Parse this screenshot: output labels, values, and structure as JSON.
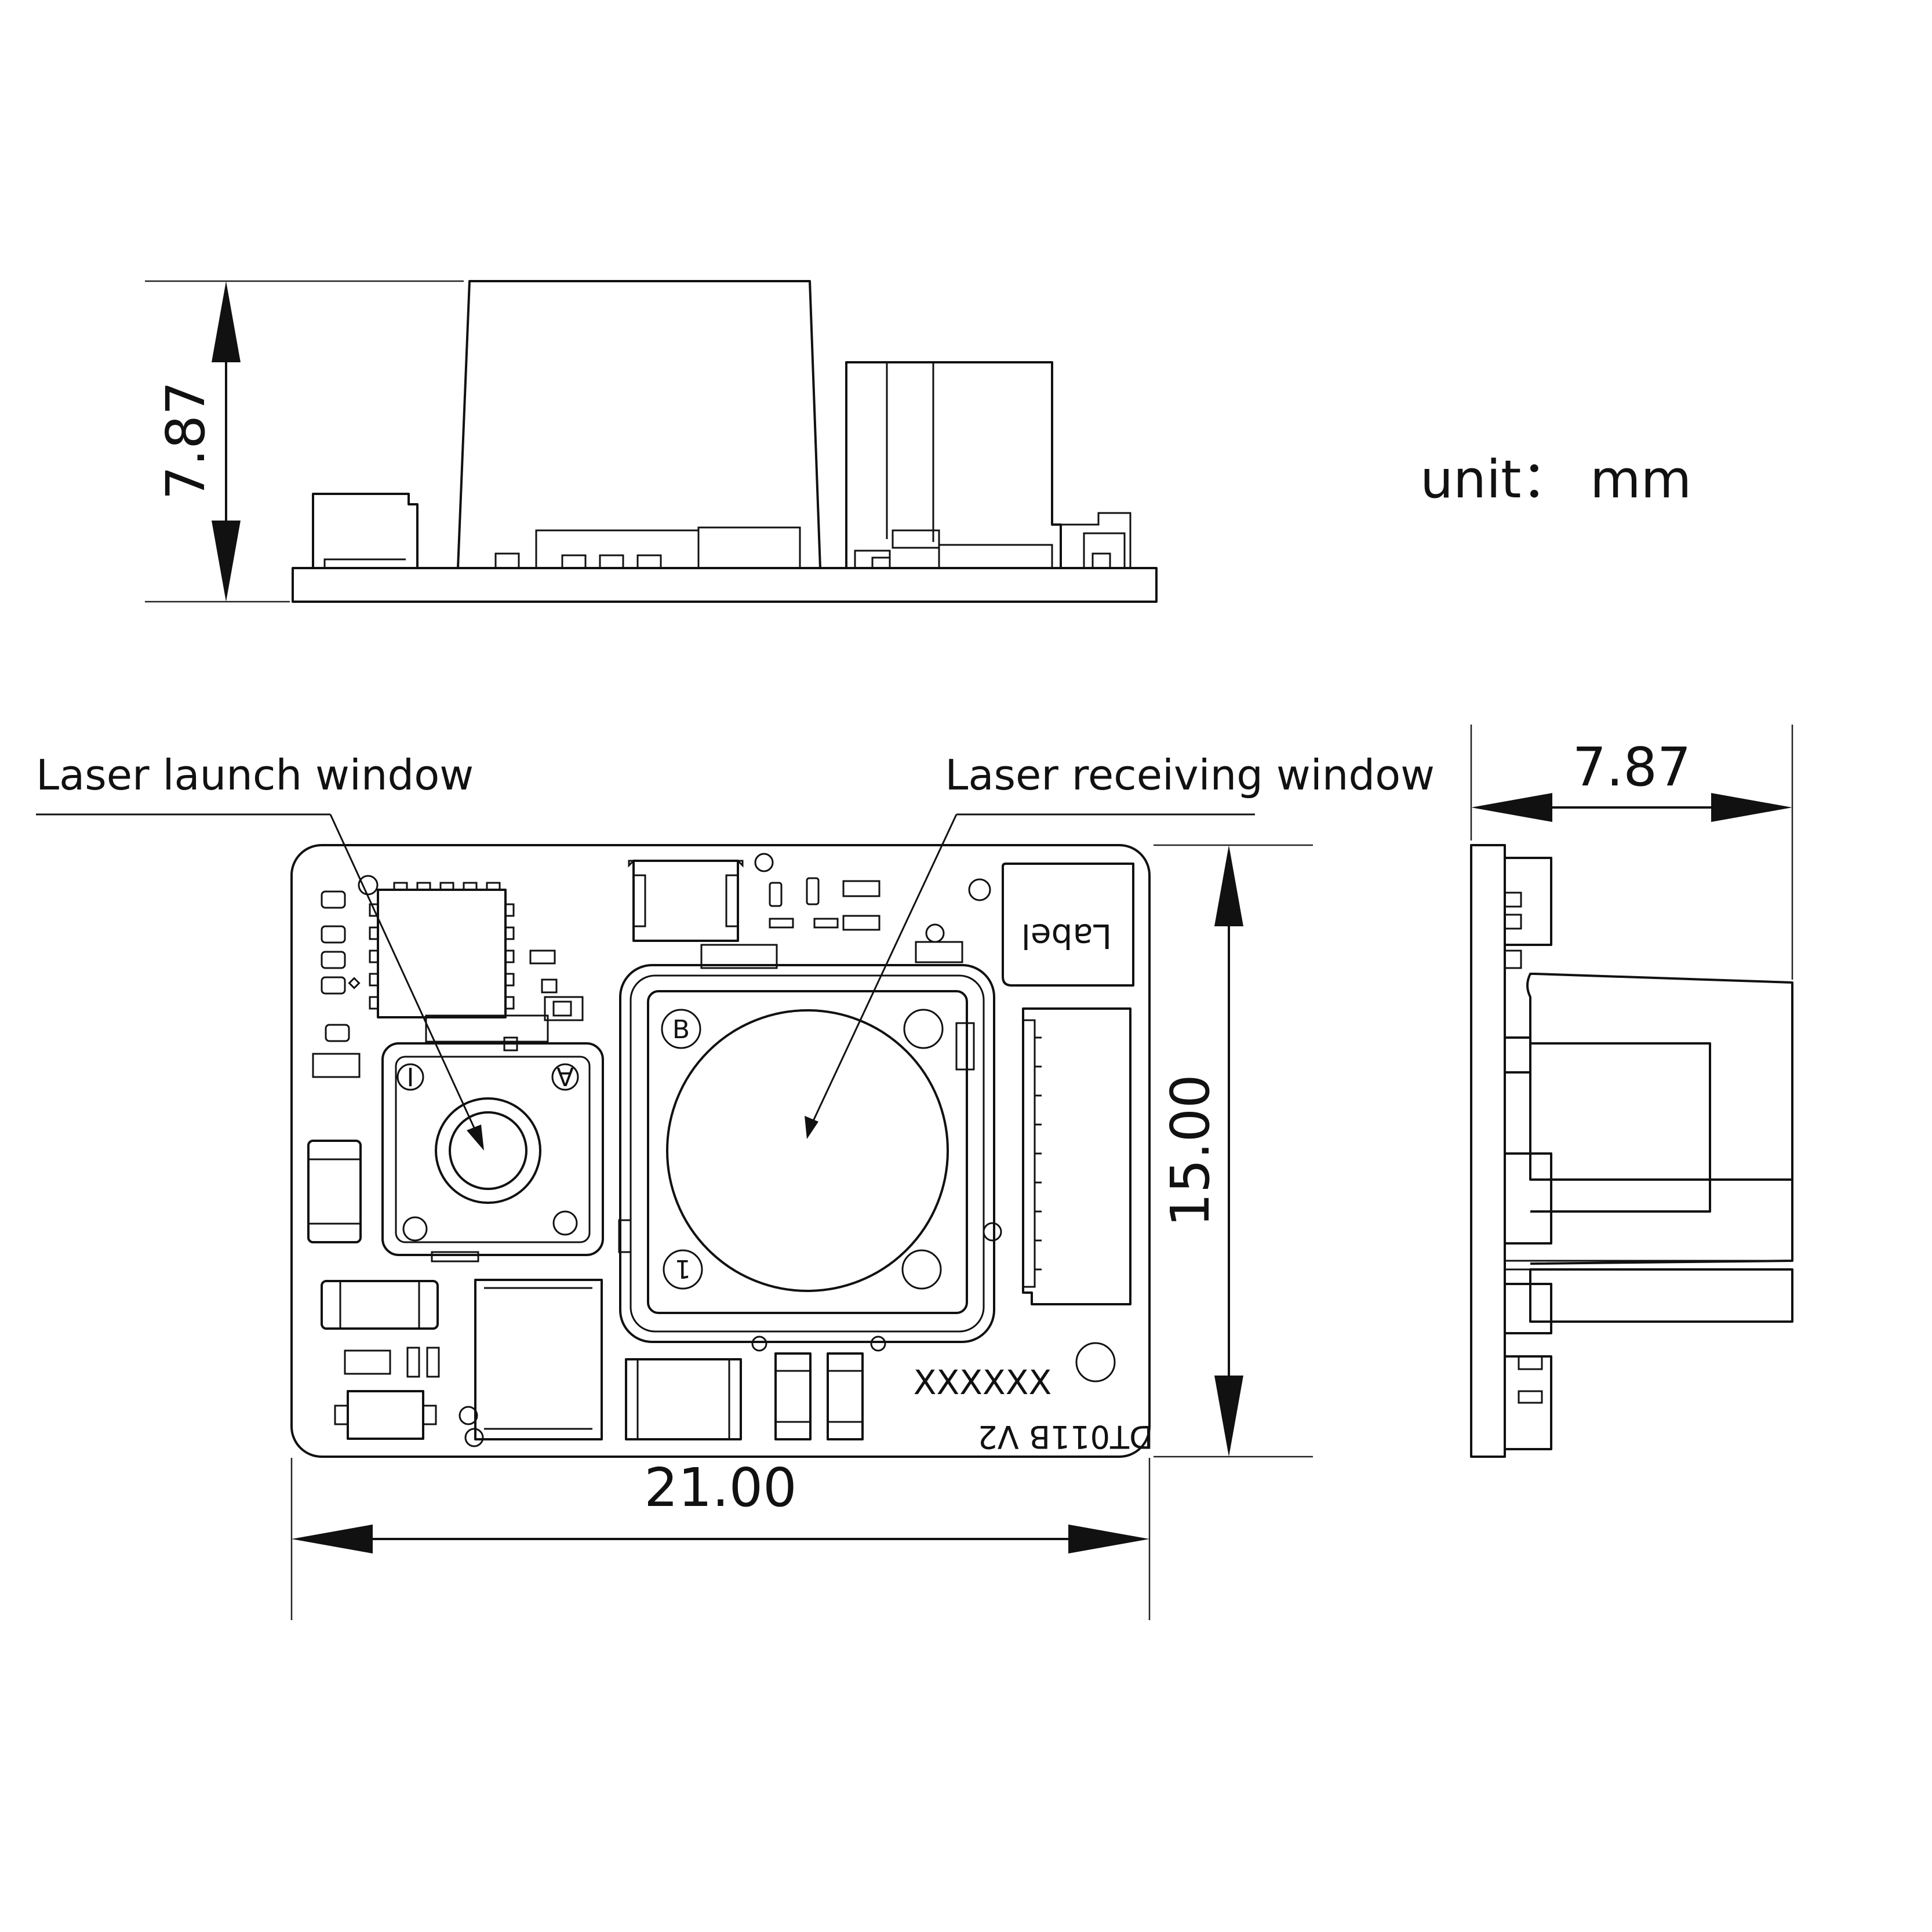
{
  "unit_label": "unit： mm",
  "callouts": {
    "launch_window": "Laser launch window",
    "receiving_window": "Laser receiving window"
  },
  "dimensions": {
    "height": "7.87",
    "width": "21.00",
    "depth": "15.00",
    "side_thickness": "7.87"
  },
  "board_markings": {
    "label": "Label",
    "serial": "XXXXXX",
    "model": "DT011B V2",
    "pad_b": "B",
    "pad_1": "1",
    "pad_a": "A",
    "pad_i": "I"
  }
}
